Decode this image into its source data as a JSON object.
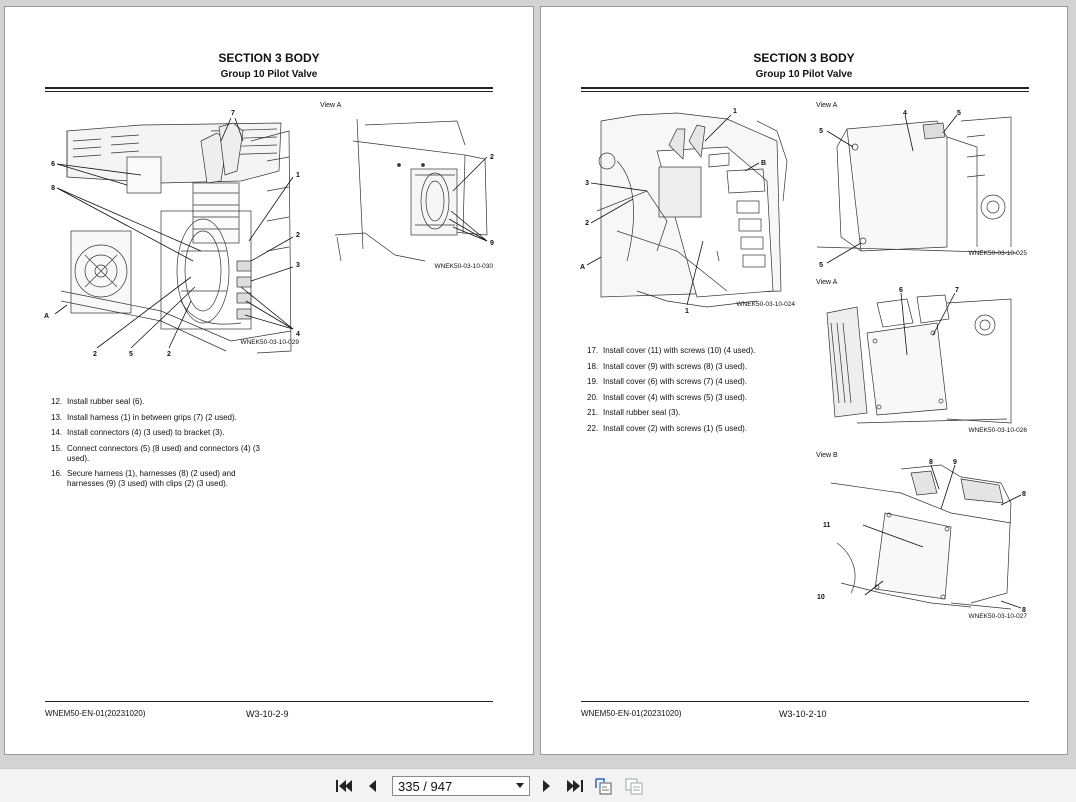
{
  "left_page": {
    "section_title": "SECTION 3 BODY",
    "group_title": "Group 10 Pilot Valve",
    "figure_main": {
      "code": "WNEK50-03-10-029",
      "callouts": [
        "7",
        "6",
        "8",
        "1",
        "2",
        "3",
        "4",
        "A",
        "2",
        "5",
        "2"
      ]
    },
    "figure_view_a": {
      "label": "View A",
      "code": "WNEK50-03-10-030",
      "callouts": [
        "2",
        "9"
      ]
    },
    "steps": [
      {
        "num": "12.",
        "text": "Install rubber seal (6)."
      },
      {
        "num": "13.",
        "text": "Install harness (1) in between grips (7) (2 used)."
      },
      {
        "num": "14.",
        "text": "Install connectors (4) (3 used) to bracket (3)."
      },
      {
        "num": "15.",
        "text": "Connect connectors (5) (8 used) and connectors (4) (3 used)."
      },
      {
        "num": "16.",
        "text": "Secure harness (1), harnesses (8) (2 used) and harnesses (9) (3 used) with clips (2) (3 used)."
      }
    ],
    "footer_doc": "WNEM50-EN-01(20231020)",
    "footer_page": "W3-10-2-9"
  },
  "right_page": {
    "section_title": "SECTION 3 BODY",
    "group_title": "Group 10 Pilot Valve",
    "figure_main": {
      "code": "WNEK50-03-10-024",
      "callouts": [
        "1",
        "B",
        "3",
        "2",
        "A",
        "1"
      ]
    },
    "figure_view_a1": {
      "label": "View A",
      "code": "WNEK50-03-10-025",
      "callouts": [
        "4",
        "5",
        "5",
        "5"
      ]
    },
    "figure_view_a2": {
      "label": "View A",
      "code": "WNEK50-03-10-026",
      "callouts": [
        "6",
        "7"
      ]
    },
    "figure_view_b": {
      "label": "View B",
      "code": "WNEK50-03-10-027",
      "callouts": [
        "8",
        "9",
        "8",
        "11",
        "10",
        "8"
      ]
    },
    "steps": [
      {
        "num": "17.",
        "text": "Install cover (11) with screws (10) (4 used)."
      },
      {
        "num": "18.",
        "text": "Install cover (9) with screws (8) (3 used)."
      },
      {
        "num": "19.",
        "text": "Install cover (6) with screws (7) (4 used)."
      },
      {
        "num": "20.",
        "text": "Install cover (4) with screws (5) (3 used)."
      },
      {
        "num": "21.",
        "text": "Install rubber seal (3)."
      },
      {
        "num": "22.",
        "text": "Install cover (2) with screws (1) (5 used)."
      }
    ],
    "footer_doc": "WNEM50-EN-01(20231020)",
    "footer_page": "W3-10-2-10"
  },
  "toolbar": {
    "page_indicator": "335 / 947",
    "icons": [
      "first-page-icon",
      "prev-page-icon",
      "chevron-down-icon",
      "next-page-icon",
      "last-page-icon",
      "export-icon",
      "copy-icon"
    ]
  }
}
